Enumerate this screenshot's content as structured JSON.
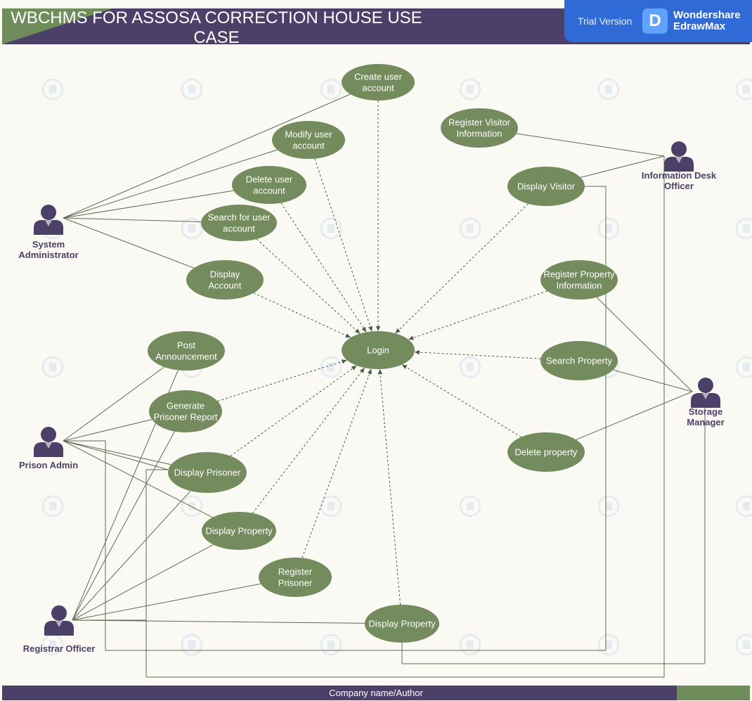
{
  "title": "WBCHMS FOR ASSOSA CORRECTION HOUSE USE\nCASE",
  "watermark": {
    "trial_label": "Trial Version",
    "brand": "Wondershare\nEdrawMax",
    "logo_icon": "edrawmax-logo-icon"
  },
  "footer": "Company name/Author",
  "colors": {
    "usecase_fill": "#738b5d",
    "actor_fill": "#4b4068",
    "title_bar": "#4b4068",
    "title_accent": "#6f8c5b",
    "line": "#5c6b55",
    "background": "#fbf9f3"
  },
  "actors": [
    {
      "id": "sysadmin",
      "label": "System\nAdministrator"
    },
    {
      "id": "prisonadmin",
      "label": "Prison Admin"
    },
    {
      "id": "registrar",
      "label": "Registrar Officer"
    },
    {
      "id": "infodesk",
      "label": "Information Desk\nOfficer"
    },
    {
      "id": "storage",
      "label": "Storage\nManager"
    }
  ],
  "use_cases": [
    {
      "id": "create",
      "label": "Create user\naccount"
    },
    {
      "id": "modify",
      "label": "Modify user\naccount"
    },
    {
      "id": "delete",
      "label": "Delete user\naccount"
    },
    {
      "id": "search",
      "label": "Search for user\naccount"
    },
    {
      "id": "displayacc",
      "label": "Display\nAccount"
    },
    {
      "id": "login",
      "label": "Login"
    },
    {
      "id": "post",
      "label": "Post\nAnnouncement"
    },
    {
      "id": "genrep",
      "label": "Generate\nPrisoner Report"
    },
    {
      "id": "dispprisoner",
      "label": "Display Prisoner"
    },
    {
      "id": "dispprop1",
      "label": "Display Property"
    },
    {
      "id": "regprisoner",
      "label": "Register\nPrisoner"
    },
    {
      "id": "dispprop2",
      "label": "Display Property"
    },
    {
      "id": "regvisitor",
      "label": "Register Visitor\nInformation"
    },
    {
      "id": "dispvisitor",
      "label": "Display Visitor"
    },
    {
      "id": "regprop",
      "label": "Register Property\nInformation"
    },
    {
      "id": "searchprop",
      "label": "Search Property"
    },
    {
      "id": "delprop",
      "label": "Delete property"
    }
  ],
  "associations": [
    [
      "sysadmin",
      "create"
    ],
    [
      "sysadmin",
      "modify"
    ],
    [
      "sysadmin",
      "delete"
    ],
    [
      "sysadmin",
      "search"
    ],
    [
      "sysadmin",
      "displayacc"
    ],
    [
      "prisonadmin",
      "post"
    ],
    [
      "prisonadmin",
      "genrep"
    ],
    [
      "prisonadmin",
      "dispprisoner"
    ],
    [
      "prisonadmin",
      "dispprop1"
    ],
    [
      "registrar",
      "genrep"
    ],
    [
      "registrar",
      "dispprisoner"
    ],
    [
      "registrar",
      "dispprop1"
    ],
    [
      "registrar",
      "regprisoner"
    ],
    [
      "registrar",
      "dispprop2"
    ],
    [
      "registrar",
      "post"
    ],
    [
      "infodesk",
      "regvisitor"
    ],
    [
      "infodesk",
      "dispvisitor"
    ],
    [
      "storage",
      "regprop"
    ],
    [
      "storage",
      "searchprop"
    ],
    [
      "storage",
      "delprop"
    ]
  ],
  "includes_login": [
    "create",
    "modify",
    "delete",
    "search",
    "displayacc",
    "genrep",
    "dispprisoner",
    "dispprop1",
    "regprisoner",
    "dispprop2",
    "dispvisitor",
    "regprop",
    "searchprop",
    "delprop"
  ]
}
